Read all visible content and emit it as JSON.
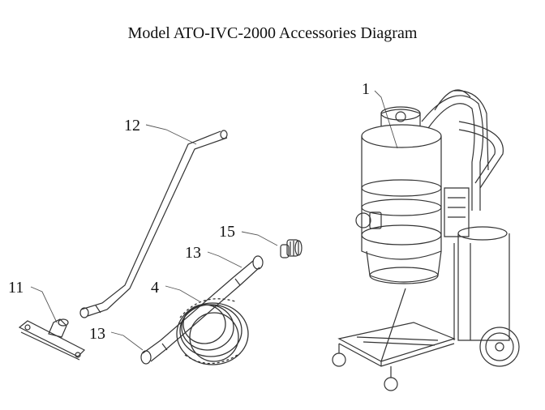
{
  "title": "Model ATO-IVC-2000 Accessories Diagram",
  "callouts": {
    "c1": "1",
    "c12": "12",
    "c15": "15",
    "c13_top": "13",
    "c4": "4",
    "c11": "11",
    "c13_bottom": "13"
  }
}
